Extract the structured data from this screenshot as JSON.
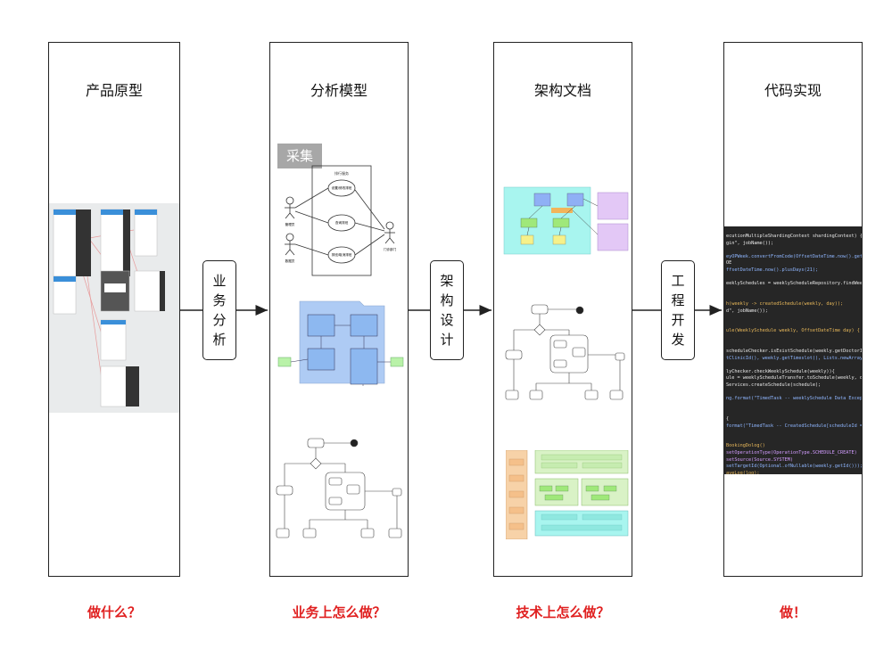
{
  "columns": [
    {
      "title": "产品原型",
      "caption": "做什么？"
    },
    {
      "title": "分析模型",
      "caption": "业务上怎么做？",
      "watermark": "采集",
      "usecase": {
        "boundary": "排行服务",
        "actors": [
          "管理员",
          "数据员",
          "门诊部门"
        ],
        "cases": [
          "设置/修改排班",
          "查询排班",
          "排班/取消排班"
        ]
      }
    },
    {
      "title": "架构文档",
      "caption": "技术上怎么做？"
    },
    {
      "title": "代码实现",
      "caption": "做！"
    }
  ],
  "steps": [
    {
      "chars": [
        "业",
        "务",
        "分",
        "析"
      ]
    },
    {
      "chars": [
        "架",
        "构",
        "设",
        "计"
      ]
    },
    {
      "chars": [
        "工",
        "程",
        "开",
        "发"
      ]
    }
  ],
  "colors": {
    "caption": "#e02020",
    "code_bg": "#262626",
    "model_blue": "#aecbf4",
    "arch_cyan": "#a8f5ef",
    "arch_purple": "#e3c8f6",
    "arch_green": "#d9f2c6",
    "arch_orange": "#f7d2a8"
  },
  "code": [
    "ecutionMultipleShardingContext shardingContext) {",
    "gin\", jobName());",
    "",
    "eyOPWeek.convertFromCode(OffsetDateTime.now().getDa",
    "OE",
    "ffsetDateTime.now().plusDays(21);",
    "",
    "eeklySchedules = weeklyScheduleRepository.findWeekl",
    "",
    "",
    "h(weekly -> createdSchedule(weekly, day));",
    "d\", jobName());",
    "",
    "",
    "ule(WeeklySchedule weekly, OffsetDateTime day) {",
    "",
    "",
    "scheduleChecker.isExistSchedule(weekly.getDoctorId()",
    "tClinicId(), weekly.getTimeslot(), Lists.newArrayLis",
    "",
    "lyChecker.checkWeeklySchedule(weekly)){",
    "ule = weeklyScheduleTransfer.toSchedule(weekly, day",
    "Services.createSchedule(schedule);",
    "",
    "ng.format(\"TimedTask -- weeklySchedule Data Exceptio",
    "",
    "",
    "{",
    "format(\"TimedTask -- CreatedSchedule[scheduleId = %d",
    "",
    "",
    "BookingDolog()",
    "setOperationType(OperationType.SCHEDULE_CREATE)",
    "setSource(Source.SYSTEM)",
    "setTargetId(Optional.ofNullable(weekly.getId()));",
    "aveLog(log);"
  ]
}
